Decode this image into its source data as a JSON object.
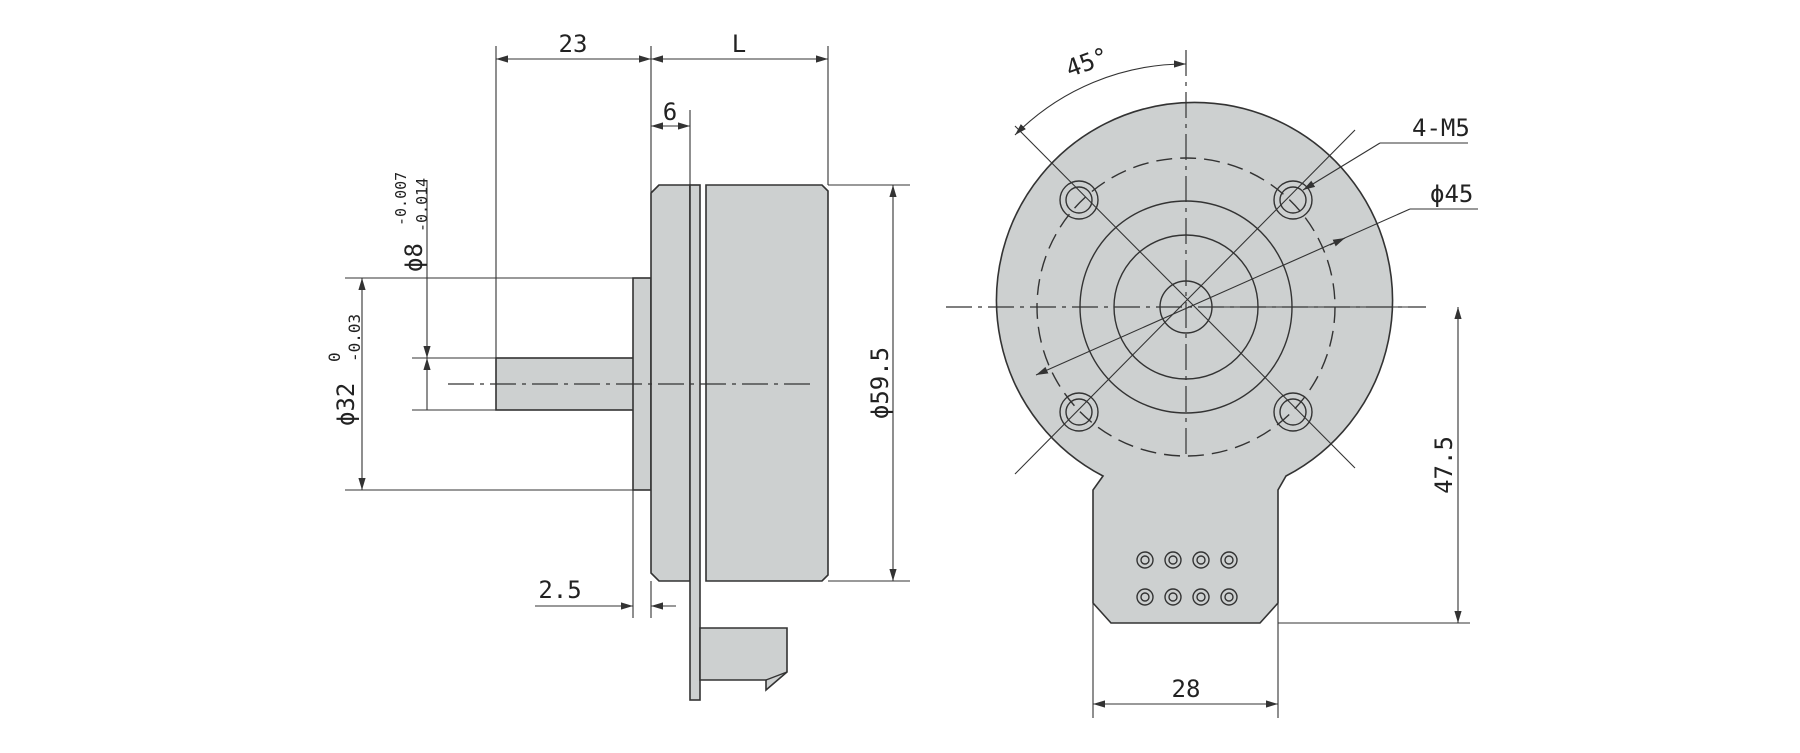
{
  "side_view": {
    "dim_shaft_length": "23",
    "dim_body_length": "L",
    "dim_flange": "6",
    "dim_pilot_depth": "2.5",
    "dim_body_dia": "ϕ59.5",
    "dim_pilot_dia": "ϕ32",
    "dim_pilot_tol_upper": "0",
    "dim_pilot_tol_lower": "-0.03",
    "dim_shaft_dia": "ϕ8",
    "dim_shaft_tol_upper": "-0.007",
    "dim_shaft_tol_lower": "-0.014"
  },
  "front_view": {
    "dim_angle": "45°",
    "dim_holes": "4-M5",
    "dim_bolt_circle": "ϕ45",
    "dim_height": "47.5",
    "dim_tab_width": "28"
  }
}
